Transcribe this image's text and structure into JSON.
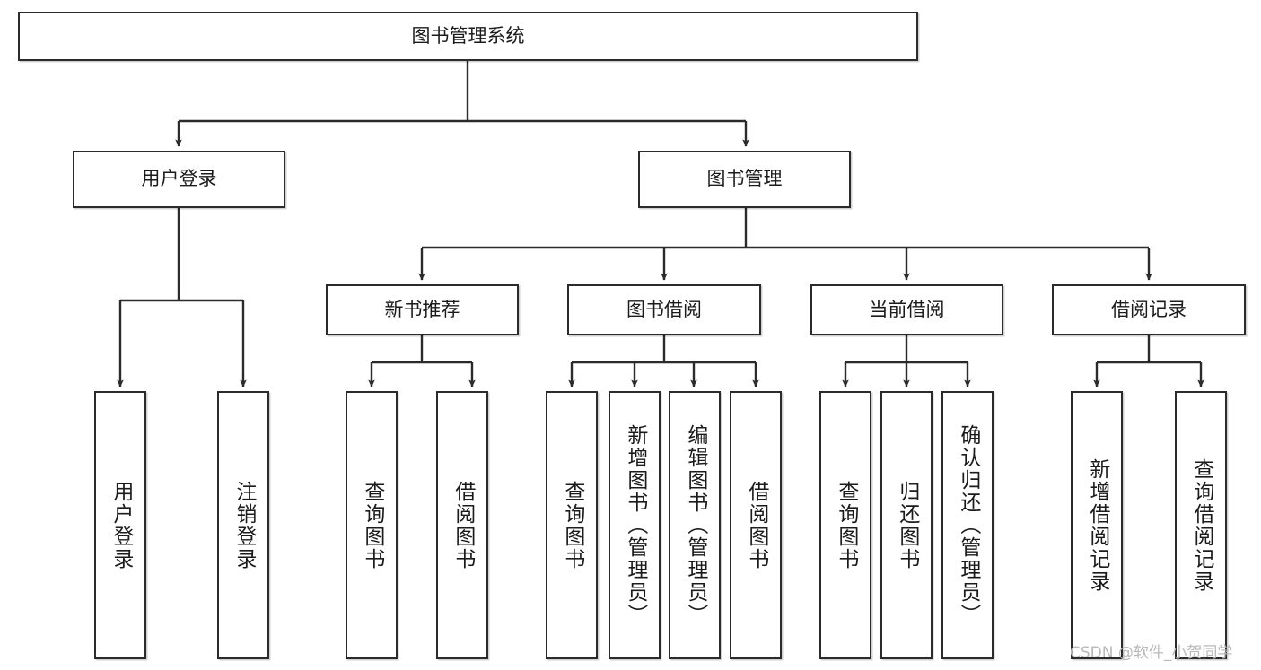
{
  "diagram": {
    "type": "tree-hierarchy-chart",
    "title": "图书管理系统",
    "watermark": "CSDN @软件_小贺同学",
    "colors": {
      "background": "#ffffff",
      "node_border": "#2b2b2b",
      "node_fill": "#ffffff",
      "edge": "#2b2b2b",
      "text": "#1b1b1b",
      "watermark": "#b9b9b9"
    },
    "nodes": {
      "root": {
        "label": "图书管理系统",
        "orientation": "horizontal"
      },
      "level2": [
        {
          "id": "user-login",
          "label": "用户登录",
          "orientation": "horizontal"
        },
        {
          "id": "book-manage",
          "label": "图书管理",
          "orientation": "horizontal"
        }
      ],
      "level3": [
        {
          "id": "new-book-recommend",
          "label": "新书推荐",
          "orientation": "horizontal"
        },
        {
          "id": "book-borrow",
          "label": "图书借阅",
          "orientation": "horizontal"
        },
        {
          "id": "current-borrow",
          "label": "当前借阅",
          "orientation": "horizontal"
        },
        {
          "id": "borrow-record",
          "label": "借阅记录",
          "orientation": "horizontal"
        }
      ],
      "leaves": [
        {
          "id": "leaf-user-login",
          "label": "用户登录",
          "parent": "user-login",
          "orientation": "vertical"
        },
        {
          "id": "leaf-logout-login",
          "label": "注销登录",
          "parent": "user-login",
          "orientation": "vertical"
        },
        {
          "id": "leaf-query-book-1",
          "label": "查询图书",
          "parent": "new-book-recommend",
          "orientation": "vertical"
        },
        {
          "id": "leaf-borrow-book-1",
          "label": "借阅图书",
          "parent": "new-book-recommend",
          "orientation": "vertical"
        },
        {
          "id": "leaf-query-book-2",
          "label": "查询图书",
          "parent": "book-borrow",
          "orientation": "vertical"
        },
        {
          "id": "leaf-add-book",
          "label": "新增图书（管理员）",
          "parent": "book-borrow",
          "orientation": "vertical"
        },
        {
          "id": "leaf-edit-book",
          "label": "编辑图书（管理员）",
          "parent": "book-borrow",
          "orientation": "vertical"
        },
        {
          "id": "leaf-borrow-book-2",
          "label": "借阅图书",
          "parent": "book-borrow",
          "orientation": "vertical"
        },
        {
          "id": "leaf-query-book-3",
          "label": "查询图书",
          "parent": "current-borrow",
          "orientation": "vertical"
        },
        {
          "id": "leaf-return-book",
          "label": "归还图书",
          "parent": "current-borrow",
          "orientation": "vertical"
        },
        {
          "id": "leaf-confirm-return",
          "label": "确认归还（管理员）",
          "parent": "current-borrow",
          "orientation": "vertical"
        },
        {
          "id": "leaf-add-record",
          "label": "新增借阅记录",
          "parent": "borrow-record",
          "orientation": "vertical"
        },
        {
          "id": "leaf-query-record",
          "label": "查询借阅记录",
          "parent": "borrow-record",
          "orientation": "vertical"
        }
      ]
    }
  }
}
